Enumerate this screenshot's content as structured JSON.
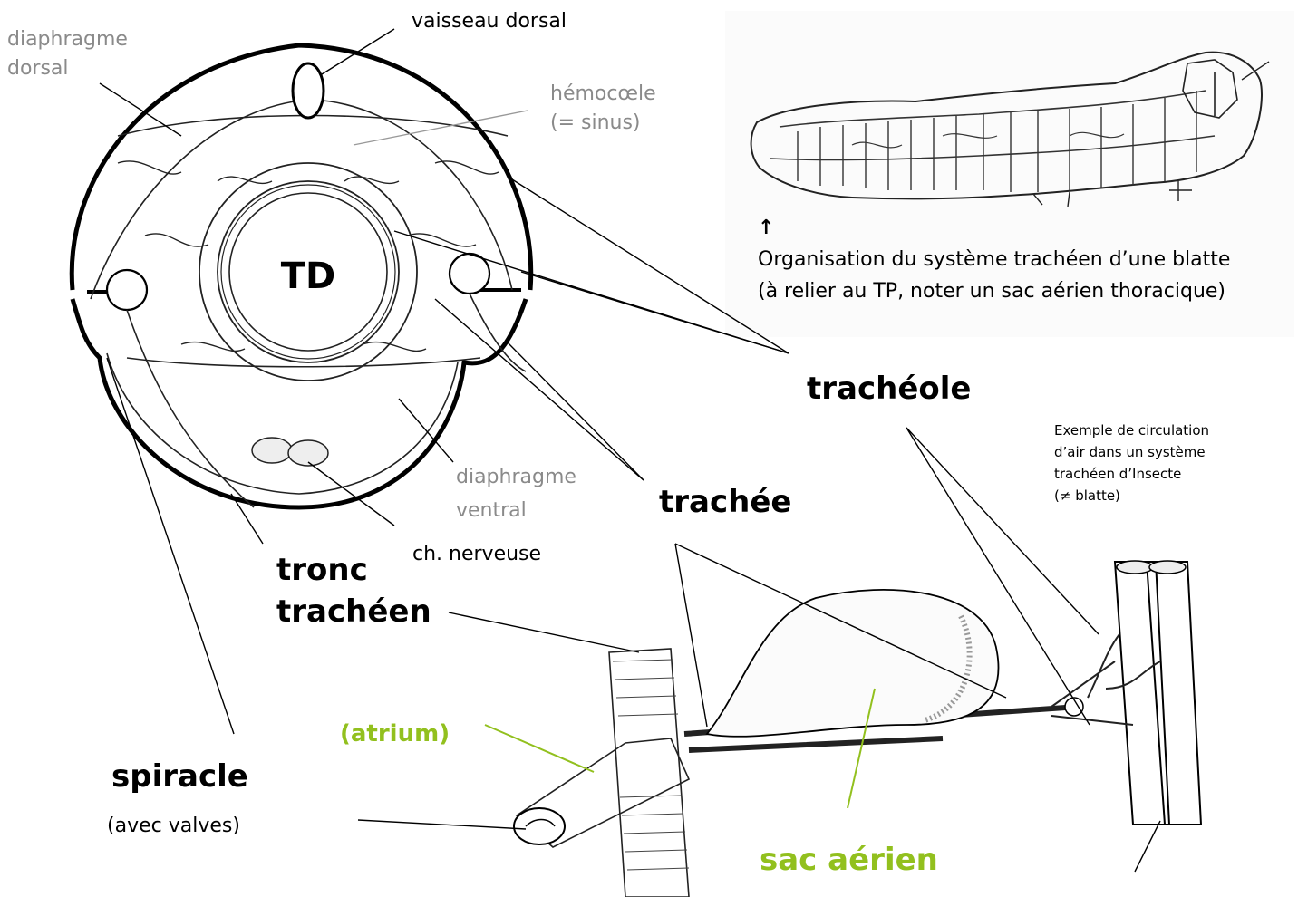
{
  "labels": {
    "diaphragme_dorsal": [
      "diaphragme",
      "dorsal"
    ],
    "vaisseau_dorsal": "vaisseau dorsal",
    "hemocoele": [
      "hémocœle",
      "(= sinus)"
    ],
    "td": "TD",
    "diaphragme_ventral": [
      "diaphragme",
      "ventral"
    ],
    "ch_nerveuse": "ch. nerveuse",
    "tronc_tracheen": [
      "tronc",
      "trachéen"
    ],
    "spiracle": "spiracle",
    "spiracle_note": "(avec valves)",
    "atrium": "(atrium)",
    "sac_aerien": "sac aérien",
    "tracheole": "trachéole",
    "trachee": "trachée",
    "arrow": "↑",
    "caption": [
      "Organisation du système trachéen d’une blatte",
      "(à relier au TP, noter un sac aérien thoracique)"
    ],
    "example": [
      "Exemple de circulation",
      "d’air dans un système",
      "trachéen d’Insecte",
      "(≠ blatte)"
    ]
  },
  "colors": {
    "grey_label": "#8a8a8a",
    "green_label": "#92c01e",
    "ink": "#000000"
  }
}
